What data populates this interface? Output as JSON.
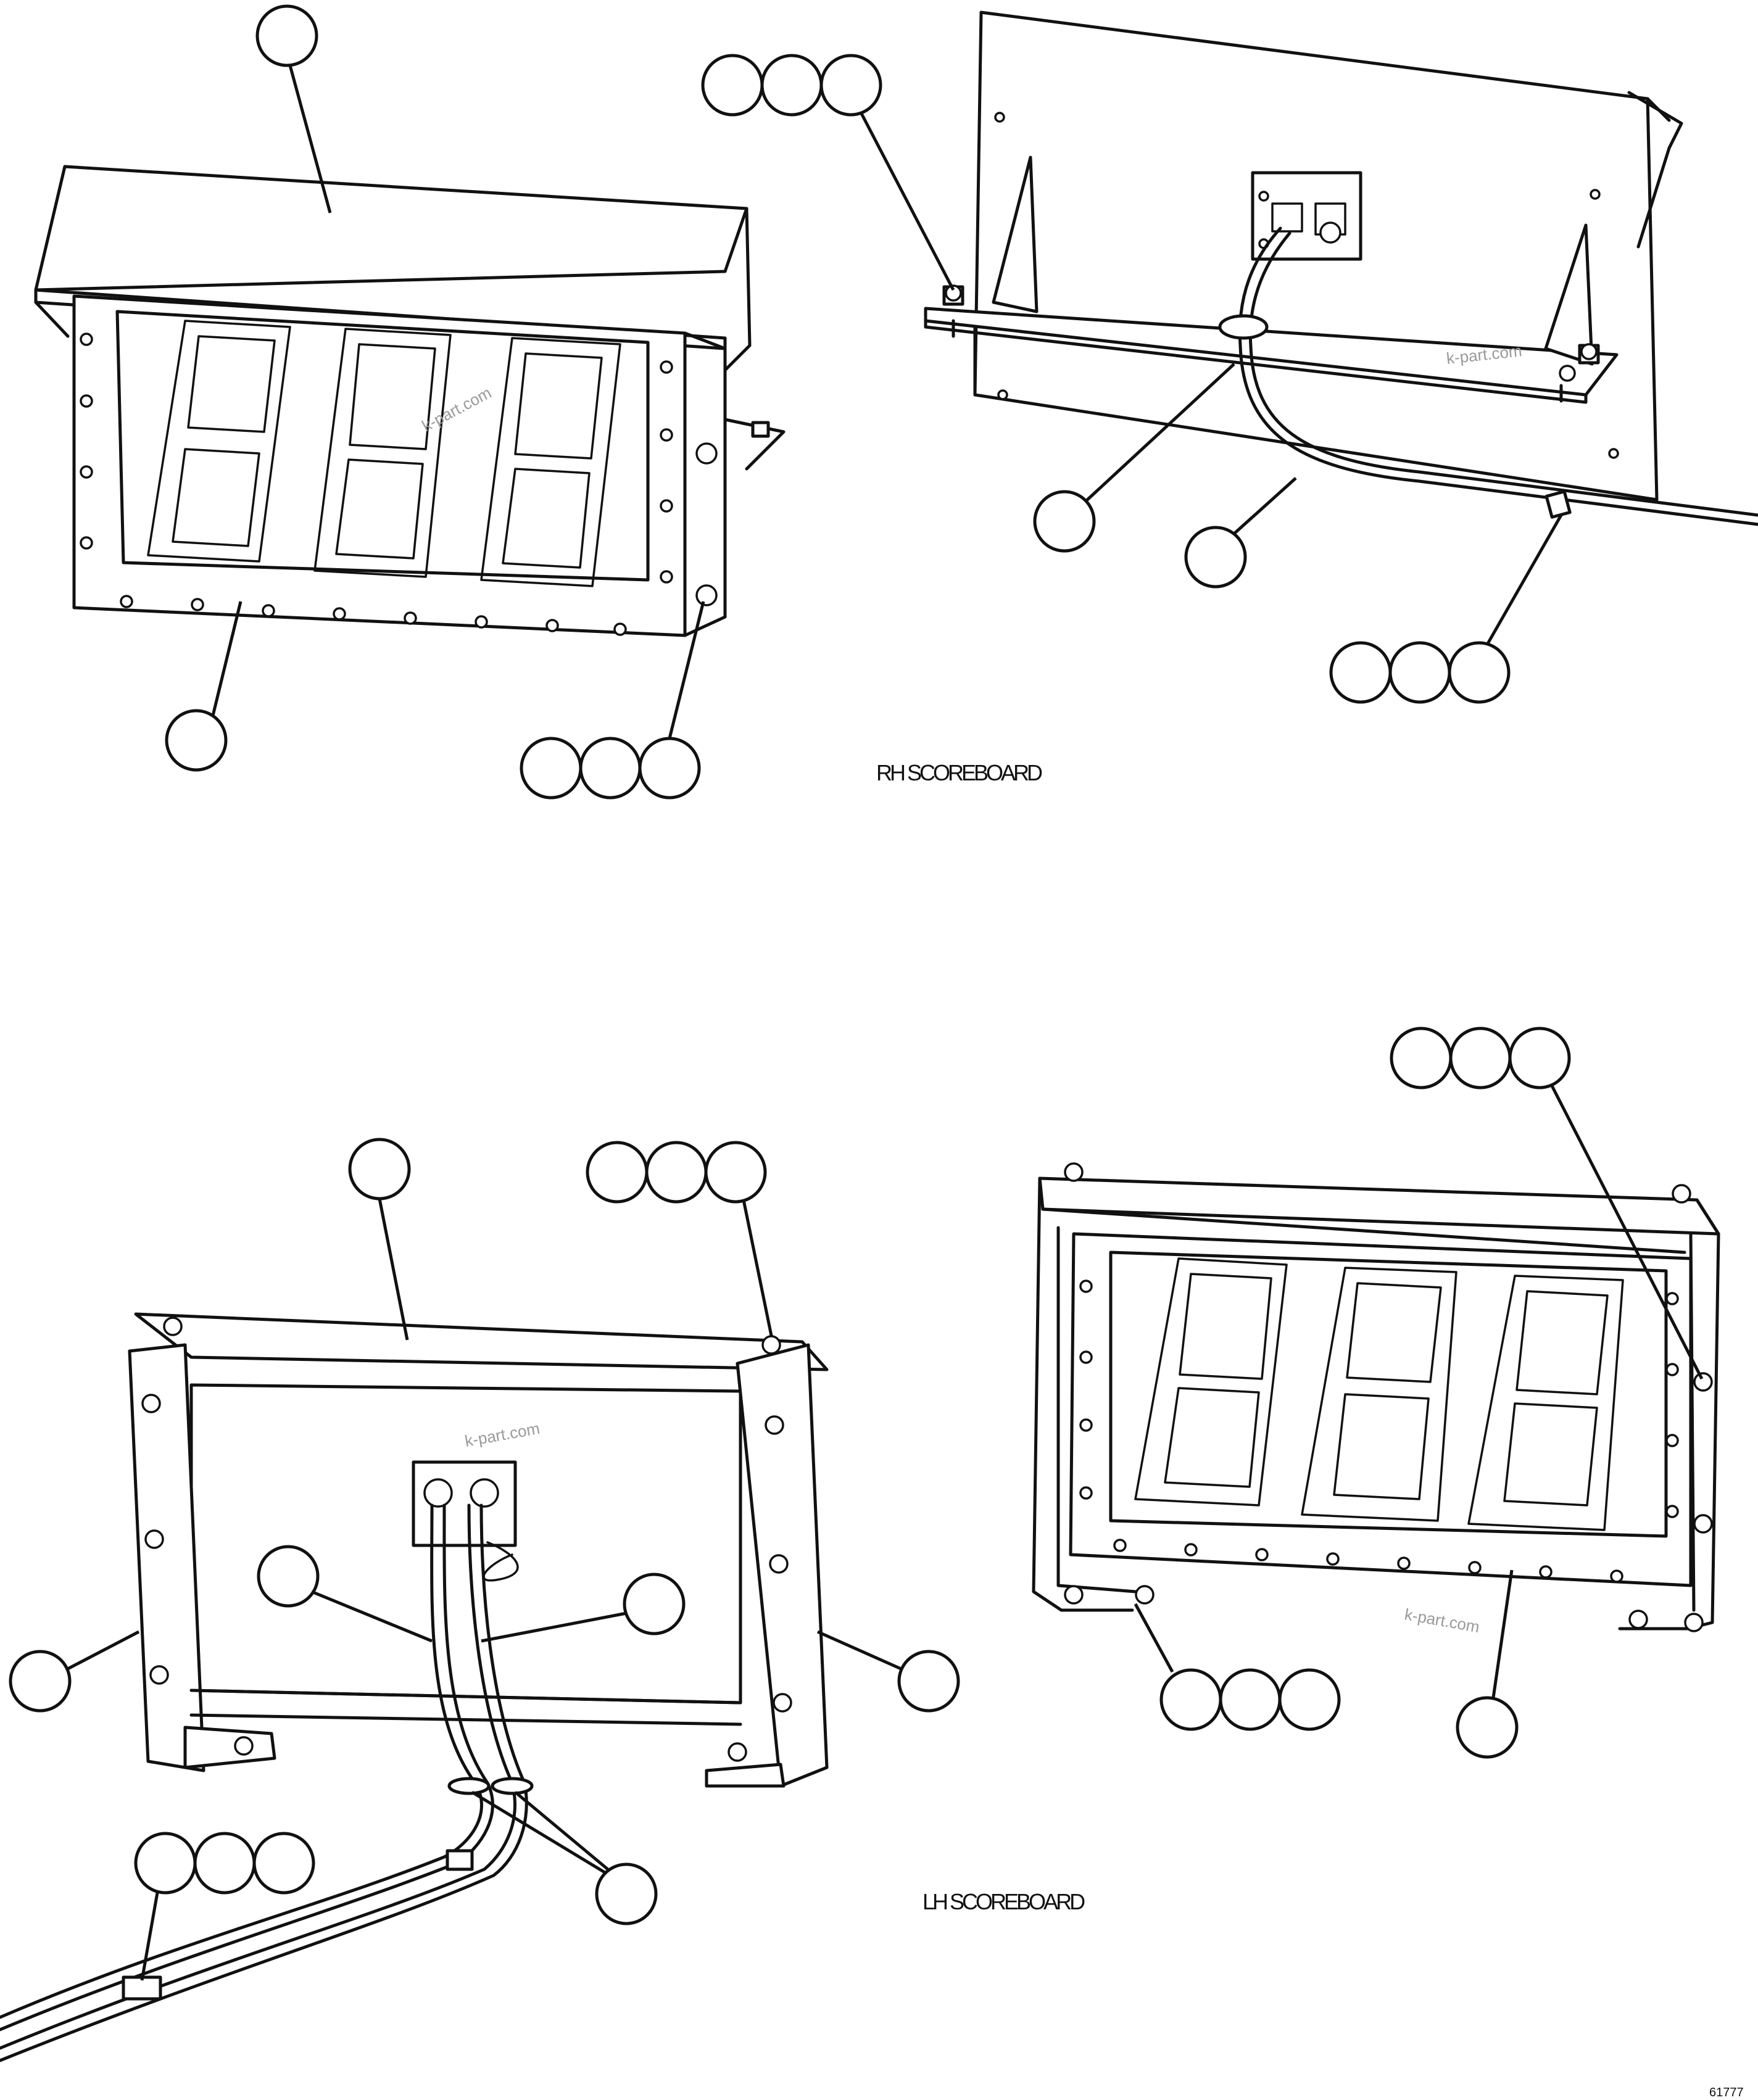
{
  "captions": {
    "rh": "RH SCOREBOARD",
    "lh": "LH SCOREBOARD"
  },
  "watermark": "k-part.com",
  "figure_number": "61777"
}
